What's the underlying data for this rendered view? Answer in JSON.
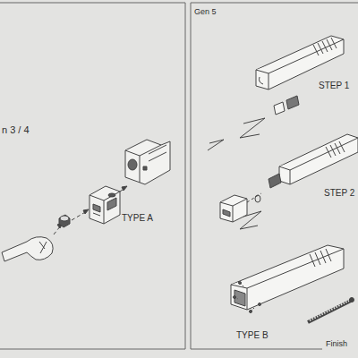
{
  "diagram": {
    "labels": [
      "Gen 5",
      "n 3 / 4",
      "TYPE A",
      "STEP 1",
      "STEP 2",
      "TYPE B",
      "Finish"
    ]
  }
}
